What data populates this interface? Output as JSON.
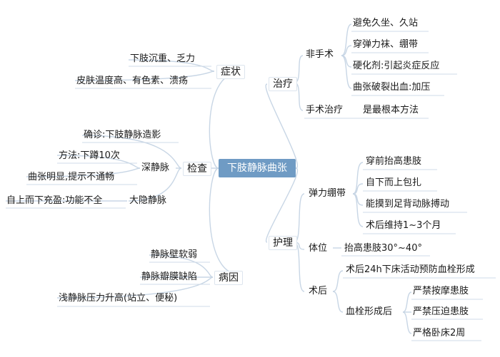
{
  "center": "下肢静脉曲张",
  "symptoms": {
    "label": "症状",
    "items": [
      "下肢沉重、乏力",
      "皮肤温度高、有色素、溃疡"
    ]
  },
  "exam": {
    "label": "检查",
    "confirm": "确诊:下肢静脉造影",
    "deep": {
      "label": "深静脉",
      "items": [
        "方法:下蹲10次",
        "曲张明显,提示不通畅"
      ]
    },
    "great": {
      "label": "大隐静脉",
      "item": "自上而下充盈:功能不全"
    }
  },
  "cause": {
    "label": "病因",
    "items": [
      "静脉壁软弱",
      "静脉瓣膜缺陷",
      "浅静脉压力升高(站立、便秘)"
    ]
  },
  "treatment": {
    "label": "治疗",
    "nonsurgical": {
      "label": "非手术",
      "items": [
        "避免久坐、久站",
        "穿弹力袜、绷带",
        "硬化剂:引起炎症反应",
        "曲张破裂出血:加压"
      ]
    },
    "surgical": {
      "label": "手术治疗",
      "note": "是最根本方法"
    }
  },
  "care": {
    "label": "护理",
    "bandage": {
      "label": "弹力绷带",
      "items": [
        "穿前抬高患肢",
        "自下而上包扎",
        "能摸到足背动脉搏动",
        "术后维持1~3个月"
      ]
    },
    "position": {
      "label": "体位",
      "note": "抬高患肢30°~40°"
    },
    "postop": {
      "label": "术后",
      "activity": "术后24h下床活动预防血栓形成",
      "thrombus": {
        "label": "血栓形成后",
        "items": [
          "严禁按摩患肢",
          "严禁压迫患肢",
          "严格卧床2周"
        ]
      }
    }
  }
}
